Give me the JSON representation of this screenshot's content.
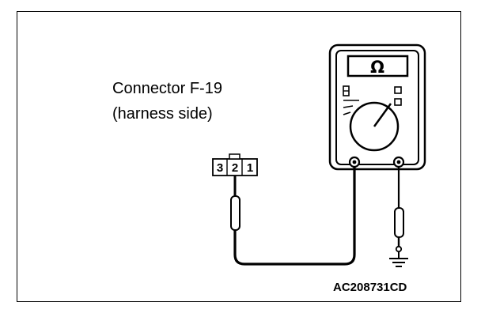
{
  "diagram": {
    "caption_line1": "Connector F-19",
    "caption_line2": "(harness side)",
    "connector_pins": [
      "3",
      "2",
      "1"
    ],
    "meter_symbol": "Ω",
    "figure_code": "AC208731CD",
    "icons": [
      "multimeter-icon",
      "test-probe-icon",
      "ground-symbol-icon"
    ]
  }
}
